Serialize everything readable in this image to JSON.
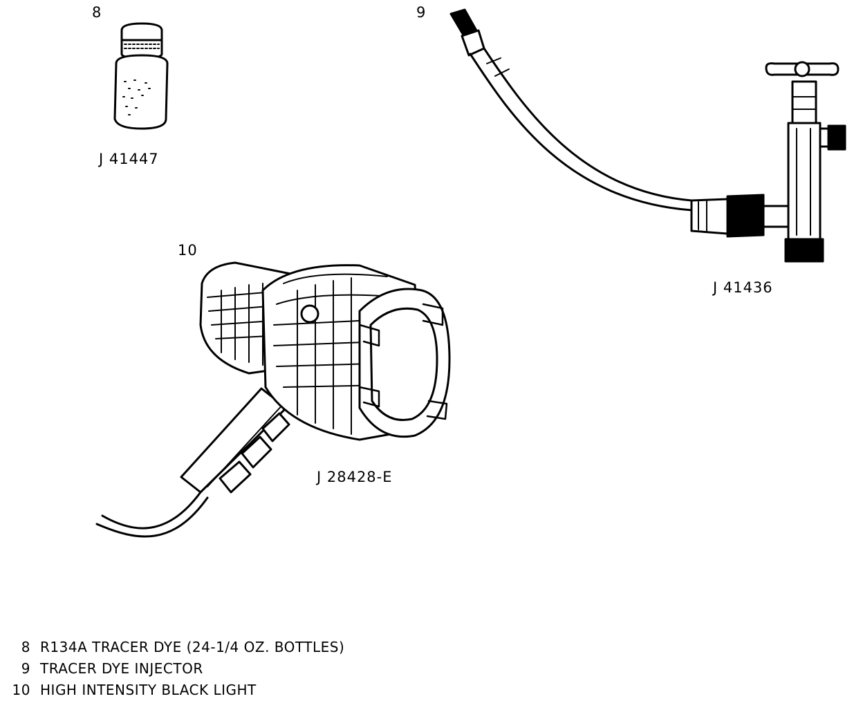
{
  "callouts": {
    "item8": "8",
    "item9": "9",
    "item10": "10"
  },
  "part_numbers": {
    "bottle": "J 41447",
    "injector": "J 41436",
    "light": "J 28428-E"
  },
  "legend": [
    {
      "num": "8",
      "text": "R134A TRACER DYE (24-1/4 OZ. BOTTLES)"
    },
    {
      "num": "9",
      "text": "TRACER DYE INJECTOR"
    },
    {
      "num": "10",
      "text": "HIGH INTENSITY BLACK LIGHT"
    }
  ],
  "icons": [
    "dye-bottle-icon",
    "dye-injector-icon",
    "black-light-icon"
  ]
}
